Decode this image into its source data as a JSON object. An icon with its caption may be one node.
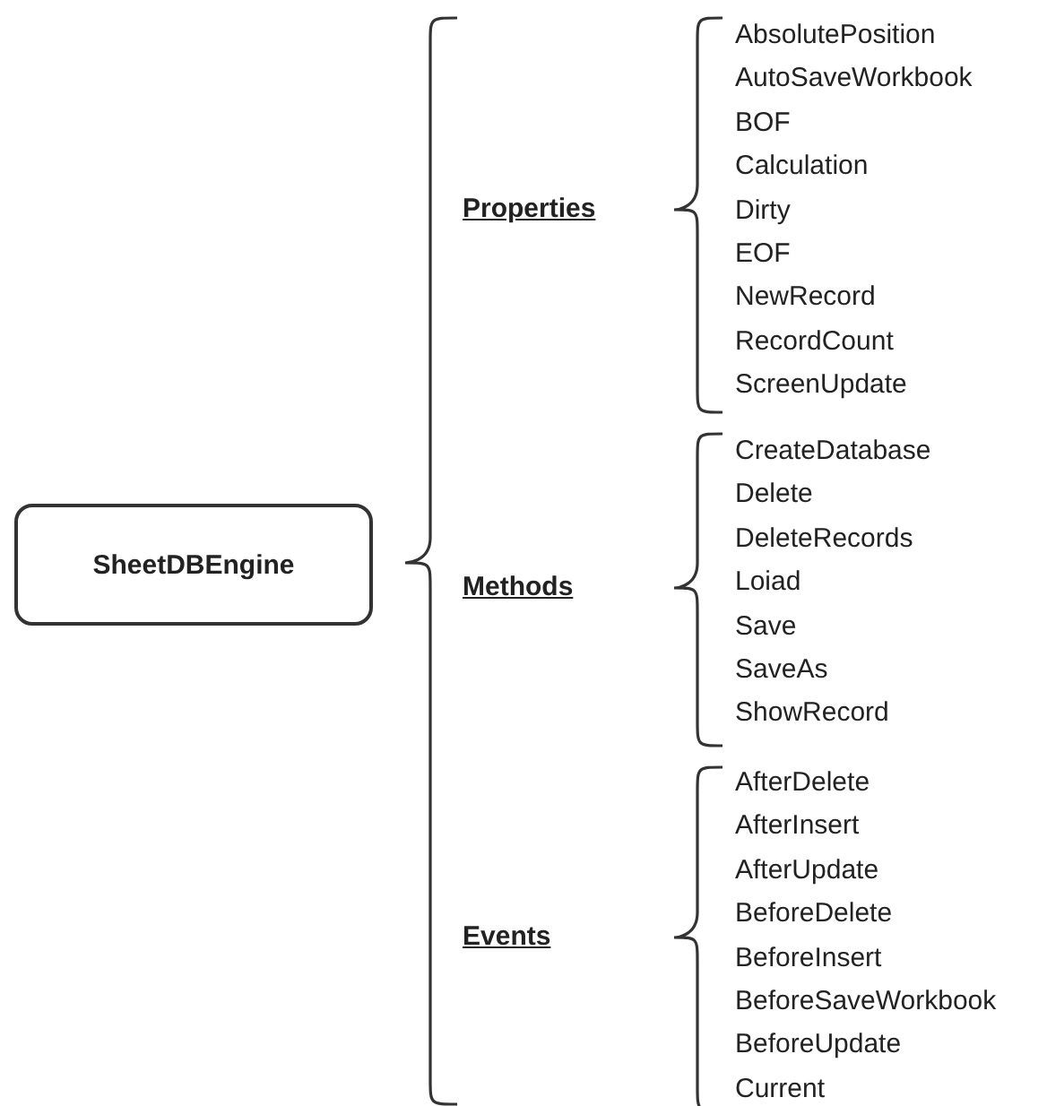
{
  "diagram": {
    "nodes": [
      {
        "text": [
          "SheetDBEngine"
        ]
      }
    ],
    "labels": [
      "Properties",
      "AbsolutePosition",
      "AutoSaveWorkbook",
      "BOF",
      "Calculation",
      "Dirty",
      "EOF",
      "NewRecord",
      "RecordCount",
      "ScreenUpdate",
      "Methods",
      "CreateDatabase",
      "Delete",
      "DeleteRecords",
      "Loiad",
      "Save",
      "SaveAs",
      "ShowRecord",
      "Events",
      "AfterDelete",
      "AfterInsert",
      "AfterUpdate",
      "BeforeDelete",
      "BeforeInsert",
      "BeforeSaveWorkbook",
      "BeforeUpdate",
      "Current"
    ]
  }
}
